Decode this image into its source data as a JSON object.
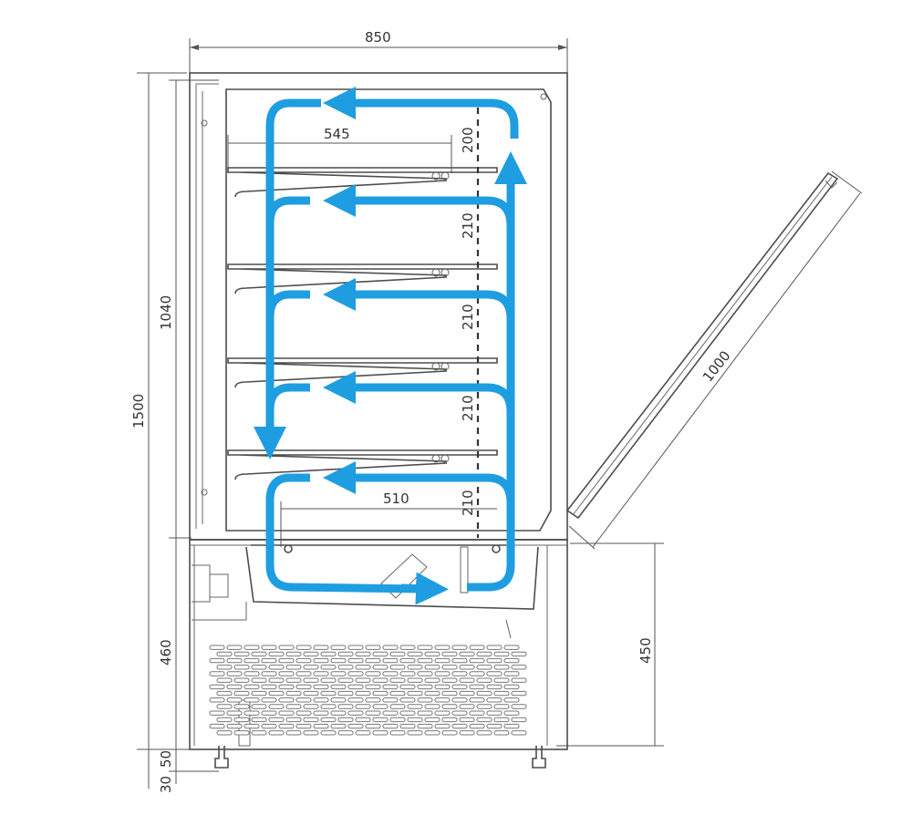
{
  "drawing": {
    "airflow_color": "#1e9ee0",
    "line_color": "#4d4d4d"
  },
  "dimensions": {
    "overall_width": "850",
    "overall_height": "1500",
    "display_height": "1040",
    "base_height": "460",
    "counter_height": "450",
    "leg_height_a": "50",
    "leg_height_b": "30",
    "top_shelf_depth": "545",
    "bottom_deck_depth": "510",
    "shelf_spacing_top": "200",
    "shelf_spacing_1": "210",
    "shelf_spacing_2": "210",
    "shelf_spacing_3": "210",
    "shelf_spacing_4": "210",
    "door_length": "1000"
  }
}
